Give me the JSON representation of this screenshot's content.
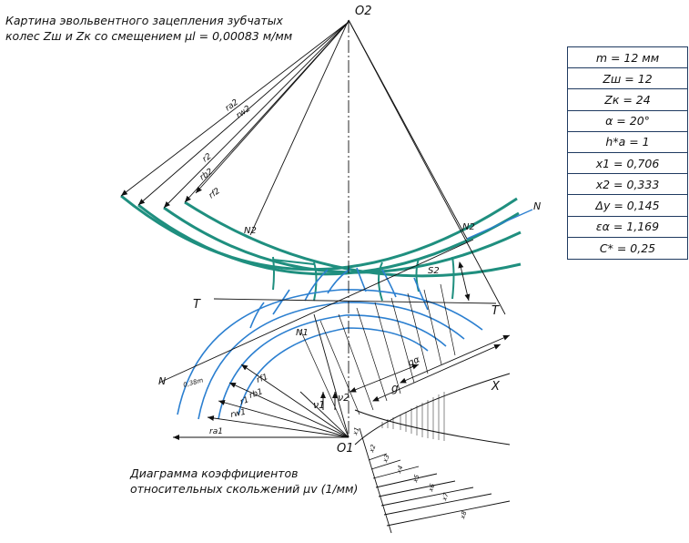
{
  "title": {
    "line1": "Картина эвольвентного зацепления зубчатых",
    "line2": "колес Zш и Zк со смещением μl = 0,00083 м/мм"
  },
  "caption": {
    "line1": "Диаграмма коэффициентов",
    "line2": "относительных скольжений μv (1/мм)"
  },
  "parameters": [
    "m = 12 мм",
    "Zш = 12",
    "Zк = 24",
    "α = 20°",
    "h*a = 1",
    "x1 = 0,706",
    "x2 = 0,333",
    "Δy = 0,145",
    "εα = 1,169",
    "C* = 0,25"
  ],
  "labels": {
    "o2": "O2",
    "o1": "O1",
    "t_left": "T",
    "t_right": "T",
    "n_top_right": "N",
    "n_bottom_left": "N",
    "n2_left": "N2",
    "n2_right": "N2",
    "n1": "N1",
    "ra2": "ra2",
    "rw2": "rw2",
    "r2": "r2",
    "rb2": "rb2",
    "rf2": "rf2",
    "rf1": "rf1",
    "rb1": "rb1",
    "r1": "r1",
    "rw1": "rw1",
    "ra1": "ra1",
    "ga": "gα",
    "g": "g",
    "x_axis": "X",
    "v1": "ν1",
    "v2": "ν2",
    "s2": "S2",
    "dim_038m": "0,38m",
    "x1": "x1",
    "x2": "x2",
    "x3": "x3",
    "x4": "x4",
    "x5": "x5",
    "x6": "x6",
    "x7": "x7",
    "x8": "x8"
  },
  "colors": {
    "gear_wheel": "#1f8f7f",
    "gear_pinion": "#2b7fd0",
    "ink": "#111111",
    "table_border": "#1f3a60"
  }
}
